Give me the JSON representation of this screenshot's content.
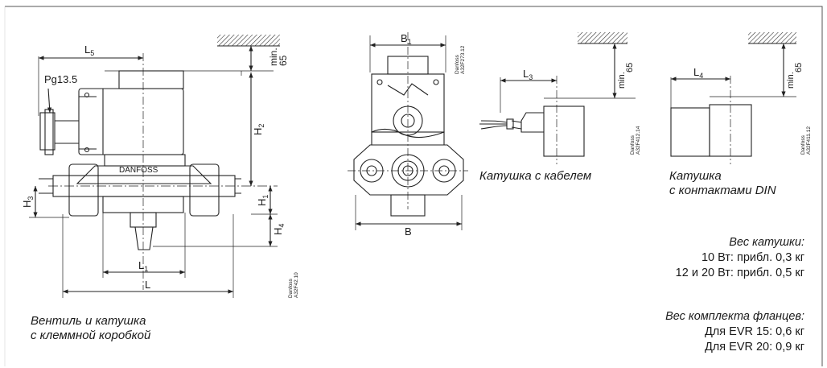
{
  "views": {
    "valve": {
      "label_pg": "Pg13.5",
      "label_L5": "L",
      "sub_L5": "5",
      "label_min": "min.",
      "label_min_val": "65",
      "label_H2": "H",
      "sub_H2": "2",
      "label_H3": "H",
      "sub_H3": "3",
      "label_H1": "H",
      "sub_H1": "1",
      "label_H4": "H",
      "sub_H4": "4",
      "label_L1": "L",
      "sub_L1": "1",
      "label_L": "L",
      "brand": "DANFOSS",
      "drawing_code_1": "Danfoss",
      "drawing_code_2": "A32F42.10",
      "caption_line1": "Вентиль и катушка",
      "caption_line2": "с клеммной коробкой"
    },
    "flange": {
      "label_B1": "B",
      "sub_B1": "1",
      "label_B": "B",
      "drawing_code_1": "Danfoss",
      "drawing_code_2": "A32F273.12"
    },
    "cable": {
      "label_L3": "L",
      "sub_L3": "3",
      "label_min": "min.",
      "label_min_val": "65",
      "drawing_code_1": "Danfoss",
      "drawing_code_2": "A32F412.14",
      "caption": "Катушка с кабелем"
    },
    "din": {
      "label_L4": "L",
      "sub_L4": "4",
      "label_min": "min.",
      "label_min_val": "65",
      "drawing_code_1": "Danfoss",
      "drawing_code_2": "A32F411.12",
      "caption_line1": "Катушка",
      "caption_line2": "с контактами DIN"
    }
  },
  "coil_weight": {
    "heading": "Вес катушки:",
    "line1": "10 Вт: прибл. 0,3 кг",
    "line2": "12 и 20 Вт: прибл. 0,5 кг"
  },
  "flange_weight": {
    "heading": "Вес комплекта фланцев:",
    "line1": "Для EVR 15: 0,6 кг",
    "line2": "Для EVR 20: 0,9 кг"
  }
}
